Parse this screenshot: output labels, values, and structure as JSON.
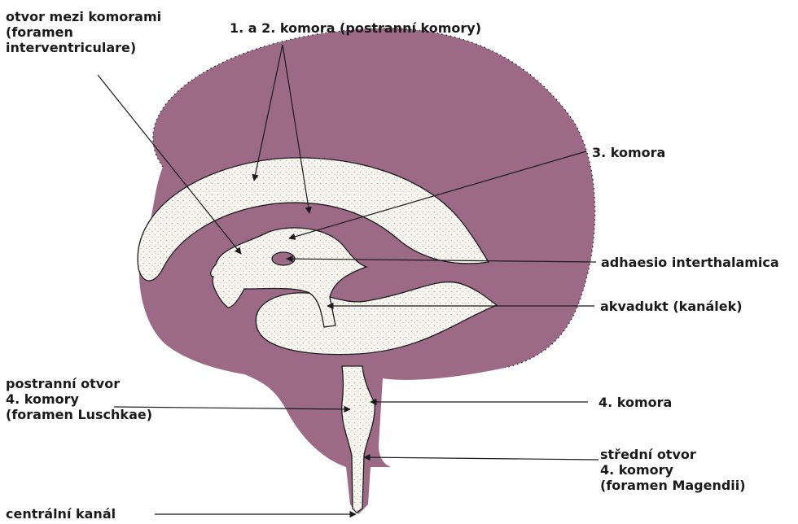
{
  "colors": {
    "brain": "#9c6a87",
    "ventricle": "#f6f4ee",
    "ink": "#1a1a1a"
  },
  "labels": {
    "foramen_interventriculare": [
      "otvor mezi  komorami",
      "(foramen",
      "interventriculare)"
    ],
    "lateral_ventricles": [
      "1. a 2. komora (postranní komory)"
    ],
    "third_ventricle": [
      "3. komora"
    ],
    "adhaesio": [
      "adhaesio interthalamica"
    ],
    "aqueduct": [
      "akvadukt (kanálek)"
    ],
    "luschkae": [
      "postranní otvor",
      "4. komory",
      "(foramen Luschkae)"
    ],
    "fourth_ventricle": [
      "4. komora"
    ],
    "magendii": [
      "střední otvor",
      "4. komory",
      "(foramen Magendii)"
    ],
    "central_canal": [
      "centrální  kanál"
    ]
  }
}
